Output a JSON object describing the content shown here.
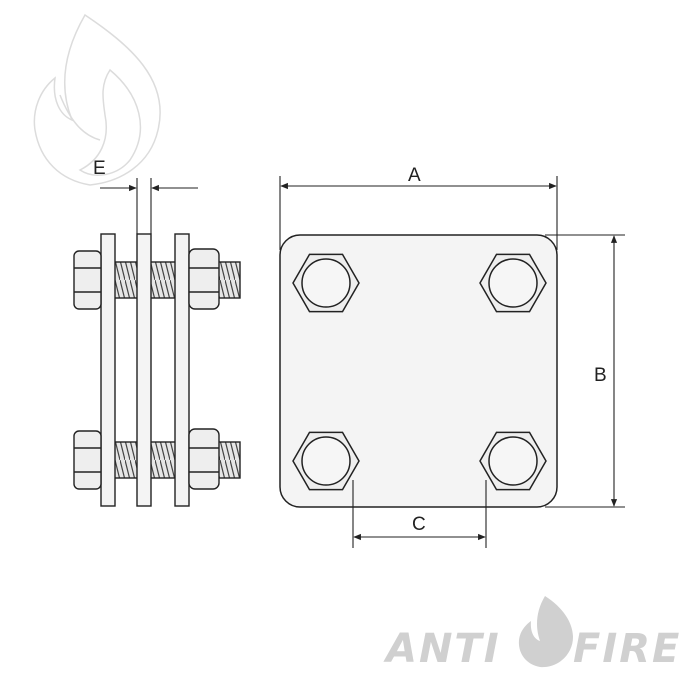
{
  "diagram": {
    "dimension_labels": {
      "a": "A",
      "b": "B",
      "c": "C",
      "e": "E"
    }
  },
  "watermark": {
    "brand_left": "ANTI",
    "brand_right": "FIRE"
  },
  "colors": {
    "line": "#222222",
    "part_fill": "#f4f4f4",
    "nut_fill": "#eeeeee",
    "watermark": "#d0d0d0"
  },
  "icons": [
    "flame-watermark-icon",
    "flame-logo-icon"
  ]
}
